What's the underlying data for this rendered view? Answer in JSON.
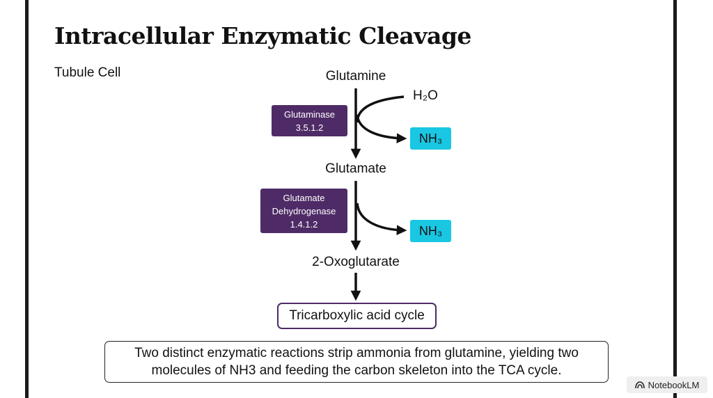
{
  "slide": {
    "title": "Intracellular Enzymatic Cleavage",
    "subtitle": "Tubule Cell"
  },
  "pathway": {
    "substrate": "Glutamine",
    "water": "H₂O",
    "enzyme1": {
      "name": "Glutaminase",
      "ec": "3.5.1.2"
    },
    "product1": "NH₃",
    "intermediate": "Glutamate",
    "enzyme2": {
      "name_line1": "Glutamate",
      "name_line2": "Dehydrogenase",
      "ec": "1.4.1.2"
    },
    "product2": "NH₃",
    "end_product": "2-Oxoglutarate",
    "cycle": "Tricarboxylic acid cycle"
  },
  "caption": {
    "line1": "Two distinct enzymatic reactions strip ammonia from glutamine, yielding two",
    "line2": "molecules of NH3 and feeding the carbon skeleton into the TCA cycle."
  },
  "brand": {
    "label": "NotebookLM",
    "icon": "notebooklm-logo-icon"
  },
  "colors": {
    "enzyme_box": "#4e2b66",
    "nh3_box": "#19c7e3",
    "arrow": "#111111"
  }
}
